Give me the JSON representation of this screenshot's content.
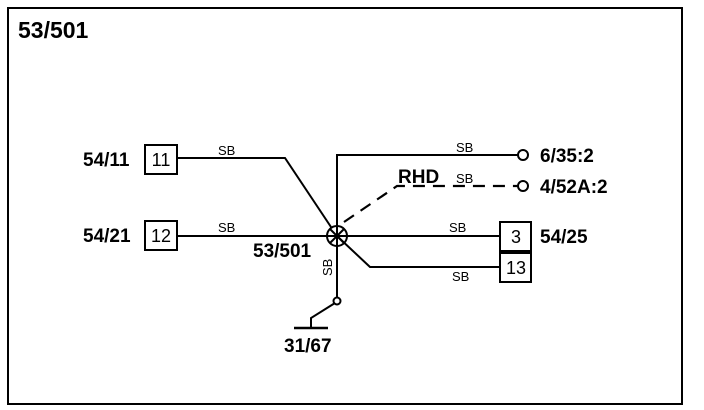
{
  "title": "53/501",
  "splice": {
    "label": "53/501"
  },
  "ground": {
    "label": "31/67",
    "wire_color": "SB"
  },
  "left_connectors": [
    {
      "id": "conn-54-11",
      "name": "54/11",
      "pin": "11",
      "wire_color": "SB"
    },
    {
      "id": "conn-54-21",
      "name": "54/21",
      "pin": "12",
      "wire_color": "SB"
    }
  ],
  "right_connector": {
    "name": "54/25",
    "pins": [
      {
        "pin": "3",
        "wire_color": "SB"
      },
      {
        "pin": "13",
        "wire_color": "SB"
      }
    ]
  },
  "right_terminals": [
    {
      "name": "6/35:2",
      "wire_color": "SB",
      "style": "solid"
    },
    {
      "name": "4/52A:2",
      "wire_color": "SB",
      "style": "dashed",
      "variant": "RHD"
    }
  ]
}
